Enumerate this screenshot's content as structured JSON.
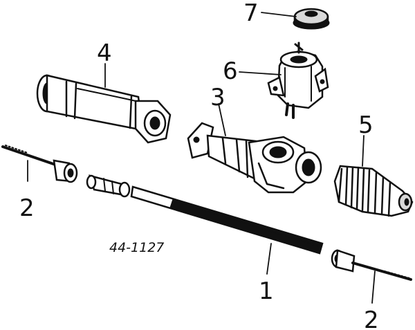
{
  "diagram": {
    "part_number": "44-1127",
    "callouts": {
      "tie_rod_left": "2",
      "tie_rod_right": "2",
      "rack": "1",
      "tube": "4",
      "housing": "3",
      "bellows": "5",
      "pinion": "6",
      "cap": "7"
    }
  }
}
